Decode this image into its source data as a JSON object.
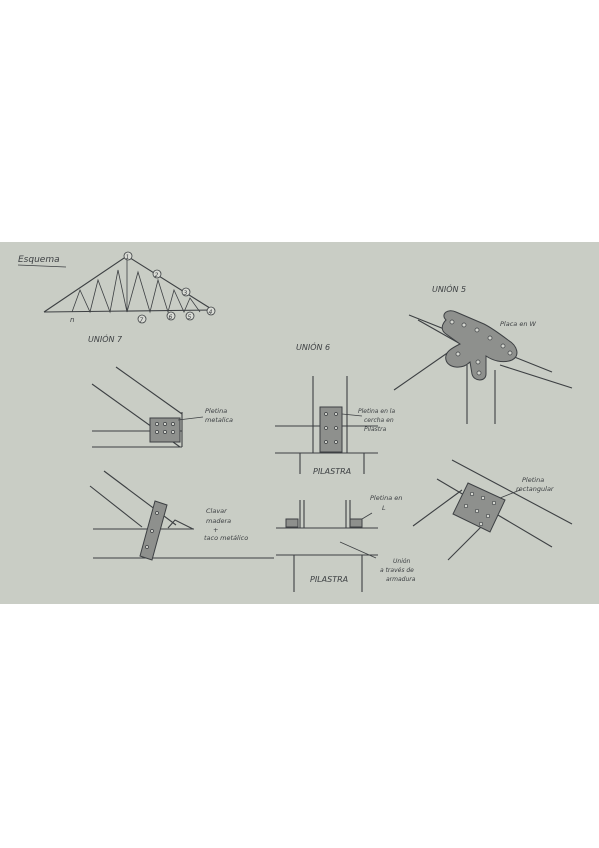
{
  "labels": {
    "scheme_title": "Esquema",
    "union7_title": "UNIÓN 7",
    "union6_title": "UNIÓN 6",
    "union5_title": "UNIÓN 5",
    "u7_plate_line1": "Pletina",
    "u7_plate_line2": "metalica",
    "u7_bolt_line1": "Clavar",
    "u7_bolt_line2": "madera",
    "u7_bolt_line3": "+",
    "u7_bolt_line4": "taco metálico",
    "u6_plate_line1": "Pletina en la",
    "u6_plate_line2": "cercha en",
    "u6_plate_line3": "Pilastra",
    "u6_pillar_top": "PILASTRA",
    "u6_l_line1": "Pletina en",
    "u6_l_line2": "L",
    "u6_pillar_bottom": "PILASTRA",
    "u6_beam_line1": "Unión",
    "u6_beam_line2": "a través de",
    "u6_beam_line3": "armadura",
    "u5_plate_w": "Placa en W",
    "u5_rect_line1": "Pletina",
    "u5_rect_line2": "rectangular"
  },
  "nodes": {
    "n1": "1",
    "n2": "2",
    "n3": "3",
    "n4": "4",
    "n5": "5",
    "n6": "6",
    "n7": "7"
  },
  "colors": {
    "paper": "#c9cdc5",
    "pencil": "#3d4043",
    "plate_fill": "#8e908d"
  }
}
